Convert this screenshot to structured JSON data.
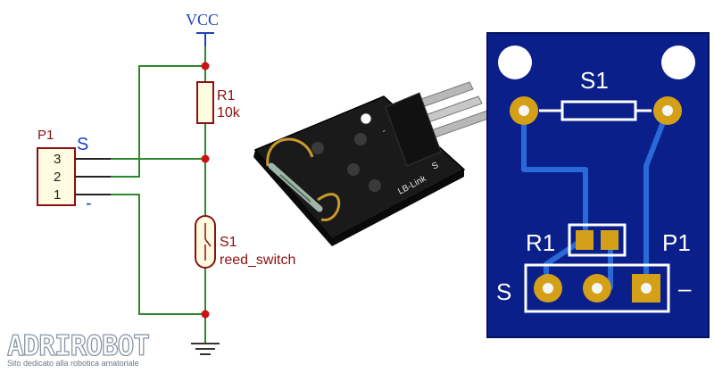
{
  "schematic": {
    "vcc_label": "VCC",
    "r1_ref": "R1",
    "r1_value": "10k",
    "s1_ref": "S1",
    "s1_value": "reed_switch",
    "p1_ref": "P1",
    "pins": [
      "3",
      "2",
      "1"
    ],
    "signal_label": "S",
    "minus_label": "-"
  },
  "module": {
    "silkscreen": "LB-Link",
    "pin_mark_s": "S",
    "pin_mark_minus": "-"
  },
  "pcb": {
    "s1_label": "S1",
    "r1_label": "R1",
    "p1_label": "P1",
    "s_label": "S",
    "minus_label": "–"
  },
  "watermark": {
    "logo": "ADRIROBOT",
    "tagline": "Sito dedicato alla robotica amatoriale"
  },
  "colors": {
    "wire": "#2a8a2a",
    "junction": "#cc1111",
    "component": "#8b1010",
    "vcc": "#1f3fbf",
    "pcb_board": "#0a1f8a",
    "pcb_trace": "#2a6ad8",
    "pad_gold": "#d4a017",
    "silk": "#ffffff"
  }
}
